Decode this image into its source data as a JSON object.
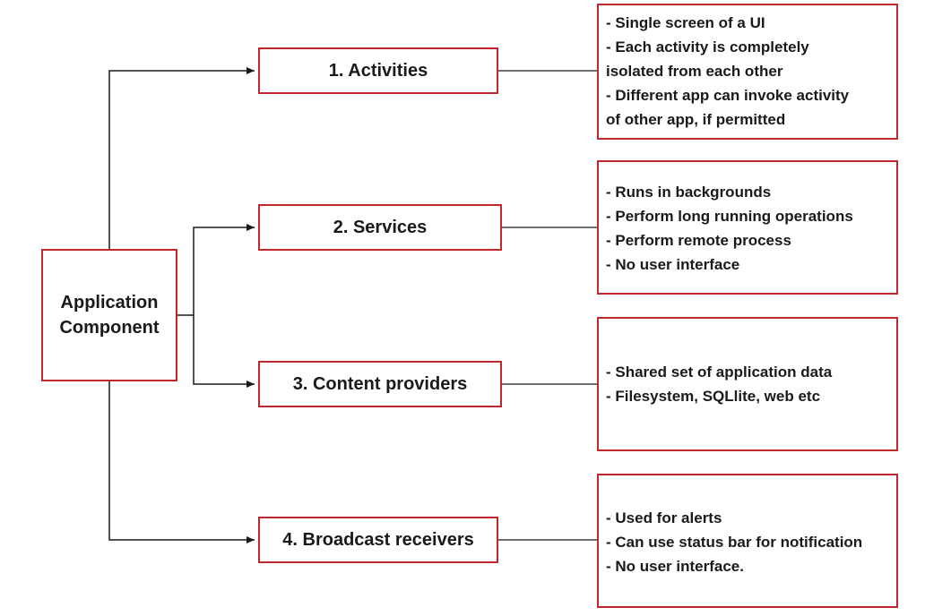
{
  "root": {
    "line1": "Application",
    "line2": "Component"
  },
  "components": [
    {
      "label": "1. Activities",
      "details": [
        "- Single screen of a UI",
        "- Each activity is completely",
        "isolated from each other",
        "- Different app can invoke activity",
        "of other app, if permitted"
      ]
    },
    {
      "label": "2. Services",
      "details": [
        "- Runs in backgrounds",
        "- Perform long running operations",
        "- Perform remote process",
        "- No user interface"
      ]
    },
    {
      "label": "3. Content providers",
      "details": [
        "- Shared set of application data",
        "- Filesystem, SQLlite, web etc"
      ]
    },
    {
      "label": "4. Broadcast receivers",
      "details": [
        "- Used for alerts",
        "- Can use status bar for notification",
        "- No user interface."
      ]
    }
  ],
  "colors": {
    "box_border": "#c0282d",
    "connector": "#1a1a1a",
    "text": "#1a1a1a"
  }
}
